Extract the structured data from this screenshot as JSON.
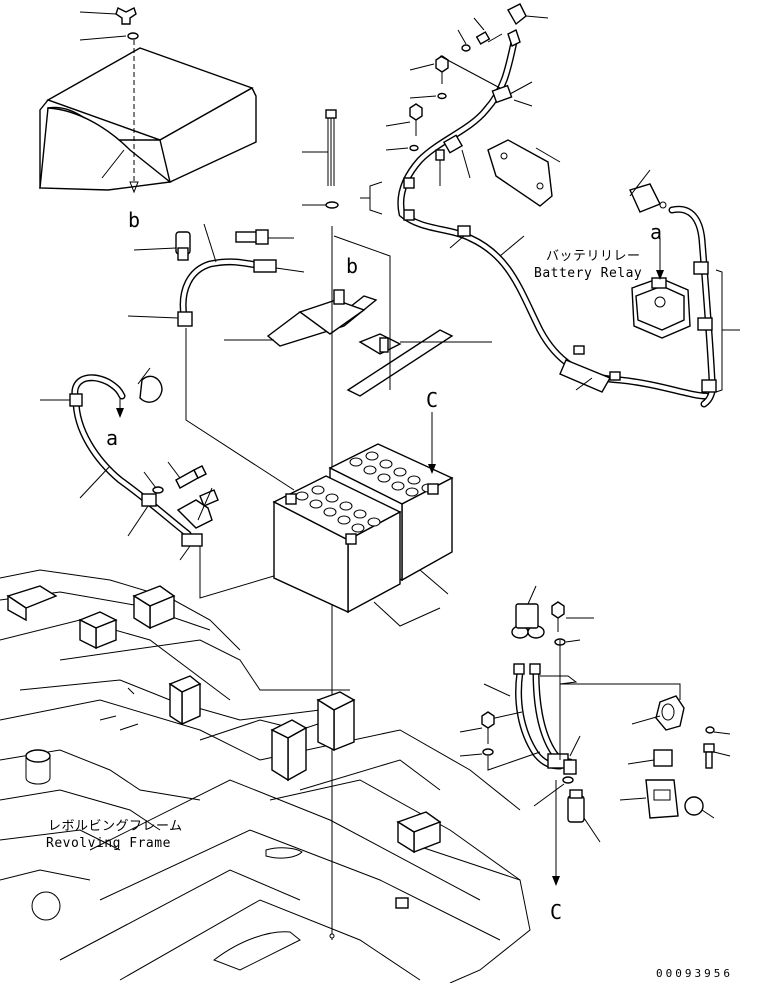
{
  "labels": {
    "marker_b_top": "b",
    "marker_b_mid": "b",
    "marker_a_right": "a",
    "marker_a_left": "a",
    "marker_c_top": "C",
    "marker_c_bottom": "C",
    "battery_relay_jp": "バッテリリレー",
    "battery_relay_en": "Battery Relay",
    "revolving_frame_jp": "レボルビングフレーム",
    "revolving_frame_en": "Revolving Frame",
    "drawing_number": "00093956"
  }
}
